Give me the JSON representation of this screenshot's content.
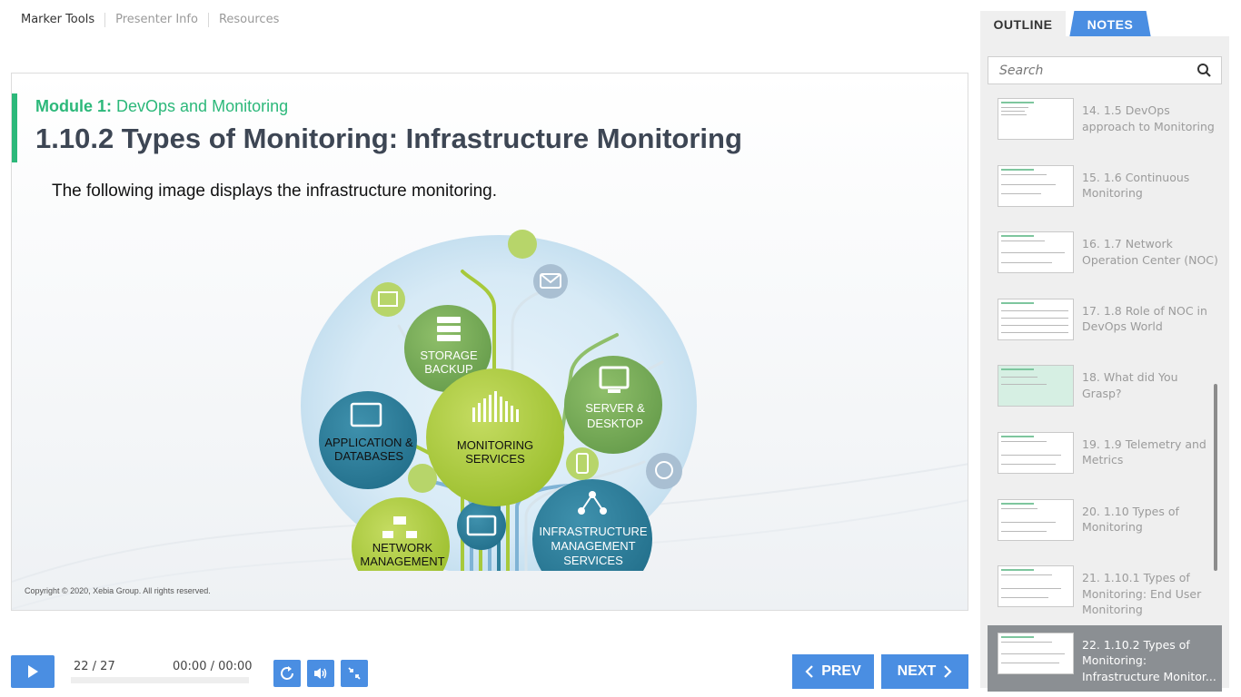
{
  "top_menu": [
    "Marker Tools",
    "Presenter Info",
    "Resources"
  ],
  "slide": {
    "module_label": "Module 1:",
    "module_name": "DevOps and Monitoring",
    "title": "1.10.2 Types of Monitoring: Infrastructure Monitoring",
    "body": "The following image displays the infrastructure monitoring.",
    "diagram_labels": {
      "storage": [
        "STORAGE",
        "BACKUP"
      ],
      "server": [
        "SERVER &",
        "DESKTOP"
      ],
      "application": [
        "APPLICATION &",
        "DATABASES"
      ],
      "monitoring": [
        "MONITORING",
        "SERVICES"
      ],
      "network": [
        "NETWORK",
        "MANAGEMENT"
      ],
      "infrastructure": [
        "INFRASTRUCTURE",
        "MANAGEMENT",
        "SERVICES"
      ]
    },
    "copyright": "Copyright © 2020, Xebia Group. All rights reserved."
  },
  "player": {
    "counter": "22 / 27",
    "timer": "00:00 / 00:00",
    "prev_label": "PREV",
    "next_label": "NEXT",
    "play_icon": "play-icon",
    "replay_icon": "replay-icon",
    "volume_icon": "volume-icon",
    "collapse_icon": "collapse-icon"
  },
  "sidebar": {
    "tab_outline": "OUTLINE",
    "tab_notes": "NOTES",
    "search_placeholder": "Search",
    "items": [
      {
        "label": "14. 1.5 DevOps approach to Monitoring",
        "active": false
      },
      {
        "label": "15. 1.6 Continuous Monitoring",
        "active": false
      },
      {
        "label": "16. 1.7 Network Operation Center (NOC)",
        "active": false
      },
      {
        "label": "17. 1.8 Role of NOC in DevOps World",
        "active": false
      },
      {
        "label": "18. What did You Grasp?",
        "active": false
      },
      {
        "label": "19. 1.9 Telemetry and Metrics",
        "active": false
      },
      {
        "label": "20. 1.10 Types of Monitoring",
        "active": false
      },
      {
        "label": "21. 1.10.1 Types of Monitoring: End User Monitoring",
        "active": false
      },
      {
        "label": "22. 1.10.2 Types of Monitoring: Infrastructure Monitor...",
        "active": true
      }
    ]
  },
  "colors": {
    "accent_blue": "#4a8ee2",
    "module_green": "#2cb87a",
    "title_gray": "#3d4654",
    "lime": "#a7c93b",
    "teal": "#2f7f9a",
    "sidebar_bg": "#efefef",
    "active_item": "#8b8f93"
  }
}
